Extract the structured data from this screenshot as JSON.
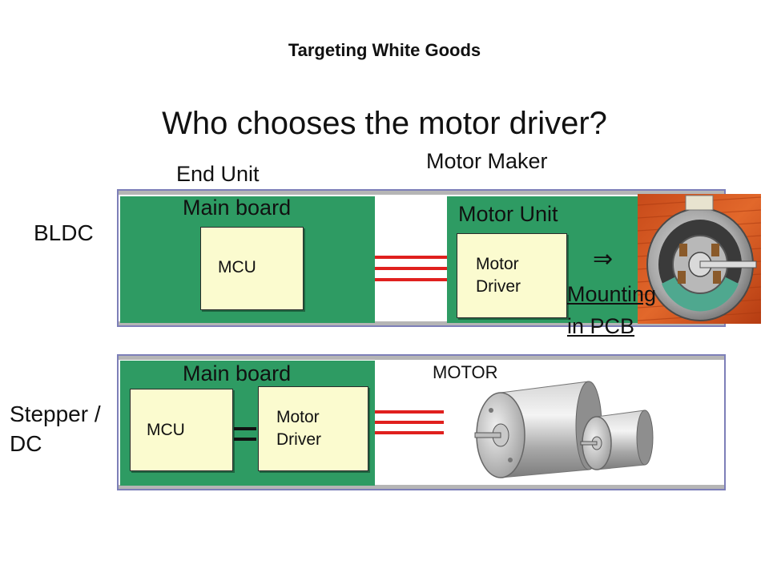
{
  "header": {
    "title": "Targeting White Goods"
  },
  "question": "Who chooses the motor driver?",
  "labels": {
    "end_unit": "End Unit",
    "motor_maker": "Motor Maker"
  },
  "bldc": {
    "row_label": "BLDC",
    "main_board": "Main board",
    "mcu": "MCU",
    "motor_unit": "Motor Unit",
    "motor_driver_line1": "Motor",
    "motor_driver_line2": "Driver",
    "arrow_symbol": "⇒",
    "mounting_line1": "Mounting",
    "mounting_line2": "in PCB"
  },
  "stepper": {
    "row_label_line1": "Stepper /",
    "row_label_line2": "DC",
    "main_board": "Main board",
    "mcu": "MCU",
    "motor_driver_line1": "Motor",
    "motor_driver_line2": "Driver",
    "motor_label": "MOTOR"
  },
  "colors": {
    "board_green": "#2e9b63",
    "chip_fill": "#fbfbcf",
    "wire_red": "#e0201e",
    "frame_border": "#7d7fb8"
  }
}
